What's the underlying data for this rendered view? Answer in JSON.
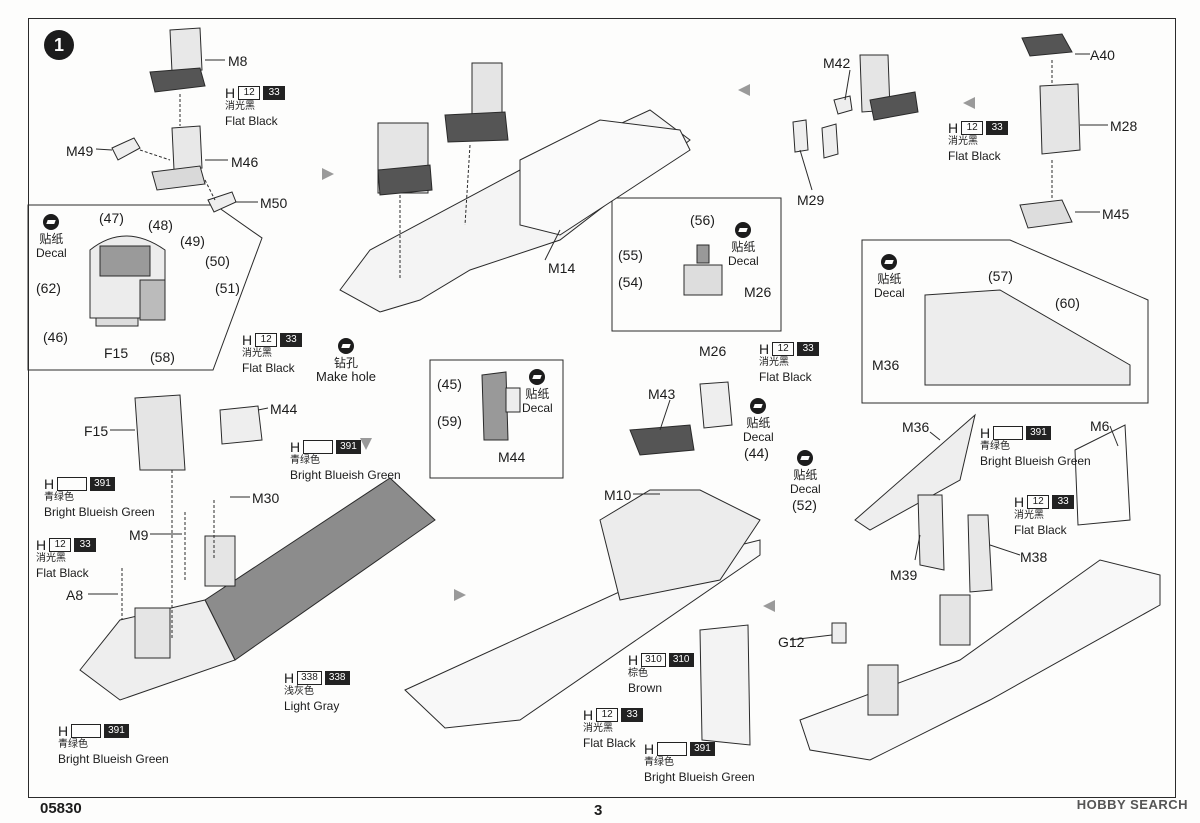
{
  "step_number": "1",
  "page_number": "3",
  "kit_number": "05830",
  "watermark": "HOBBY SEARCH",
  "parts": {
    "M8": "M8",
    "M49": "M49",
    "M46": "M46",
    "M50": "M50",
    "M14": "M14",
    "F15a": "F15",
    "F15b": "F15",
    "M44a": "M44",
    "M44b": "M44",
    "M30": "M30",
    "M9": "M9",
    "A8": "A8",
    "M42": "M42",
    "M29": "M29",
    "A40": "A40",
    "M28": "M28",
    "M45": "M45",
    "M26a": "M26",
    "M26b": "M26",
    "M43": "M43",
    "M10": "M10",
    "M36a": "M36",
    "M36b": "M36",
    "M6": "M6",
    "M38": "M38",
    "M39": "M39",
    "G12": "G12"
  },
  "decal_numbers": {
    "d47": "(47)",
    "d48": "(48)",
    "d49": "(49)",
    "d50": "(50)",
    "d51": "(51)",
    "d62": "(62)",
    "d46": "(46)",
    "d58": "(58)",
    "d45": "(45)",
    "d59": "(59)",
    "d56": "(56)",
    "d55": "(55)",
    "d54": "(54)",
    "d57": "(57)",
    "d60": "(60)",
    "d44": "(44)",
    "d52": "(52)"
  },
  "decal_label": {
    "cn": "贴纸",
    "en": "Decal"
  },
  "make_hole": {
    "cn": "钻孔",
    "en": "Make hole"
  },
  "paint_letter": "H",
  "paints": {
    "flat_black": {
      "code1": "12",
      "code2": "33",
      "cn": "消光黑",
      "en": "Flat Black"
    },
    "bright_bluish_green": {
      "code1": "",
      "code2": "391",
      "cn": "青绿色",
      "en": "Bright Blueish Green"
    },
    "light_gray": {
      "code1": "338",
      "code2": "338",
      "cn": "浅灰色",
      "en": "Light Gray"
    },
    "brown": {
      "code1": "310",
      "code2": "310",
      "cn": "棕色",
      "en": "Brown"
    }
  }
}
